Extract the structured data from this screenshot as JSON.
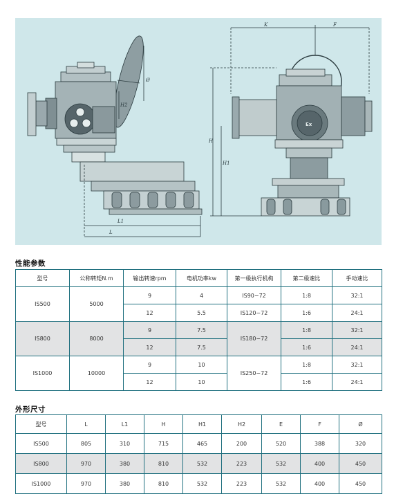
{
  "drawing": {
    "dimension_labels": [
      "K",
      "F",
      "L1",
      "L",
      "H",
      "H1",
      "H2",
      "Ø"
    ],
    "nameplate_text": "Ex",
    "colors": {
      "panel_bg": "#cfe7ea",
      "line": "#2a3a3e",
      "body": "#a7b6b9",
      "body_dark": "#5f6c70",
      "table_border": "#1e6f7e",
      "row_grey": "#e2e3e4"
    }
  },
  "performance": {
    "title": "性能参数",
    "headers": [
      "型号",
      "公称转矩N.m",
      "输出转速rpm",
      "电机功率kw",
      "第一级执行机构",
      "第二级速比",
      "手动速比"
    ],
    "models": [
      {
        "model": "IS500",
        "torque": "5000",
        "rows": [
          {
            "speed": "9",
            "power": "4",
            "first_stage": "IS90−72",
            "ratio2": "1:8",
            "manual": "32:1"
          },
          {
            "speed": "12",
            "power": "5.5",
            "first_stage": "IS120−72",
            "ratio2": "1:6",
            "manual": "24:1"
          }
        ]
      },
      {
        "model": "IS800",
        "torque": "8000",
        "first_stage": "IS180−72",
        "rows": [
          {
            "speed": "9",
            "power": "7.5",
            "ratio2": "1:8",
            "manual": "32:1"
          },
          {
            "speed": "12",
            "power": "7.5",
            "ratio2": "1:6",
            "manual": "24:1"
          }
        ]
      },
      {
        "model": "IS1000",
        "torque": "10000",
        "first_stage": "IS250−72",
        "rows": [
          {
            "speed": "9",
            "power": "10",
            "ratio2": "1:8",
            "manual": "32:1"
          },
          {
            "speed": "12",
            "power": "10",
            "ratio2": "1:6",
            "manual": "24:1"
          }
        ]
      }
    ]
  },
  "dimensions": {
    "title": "外形尺寸",
    "headers": [
      "型号",
      "L",
      "L1",
      "H",
      "H1",
      "H2",
      "E",
      "F",
      "Ø"
    ],
    "rows": [
      [
        "IS500",
        "805",
        "310",
        "715",
        "465",
        "200",
        "520",
        "388",
        "320"
      ],
      [
        "IS800",
        "970",
        "380",
        "810",
        "532",
        "223",
        "532",
        "400",
        "450"
      ],
      [
        "IS1000",
        "970",
        "380",
        "810",
        "532",
        "223",
        "532",
        "400",
        "450"
      ]
    ]
  }
}
